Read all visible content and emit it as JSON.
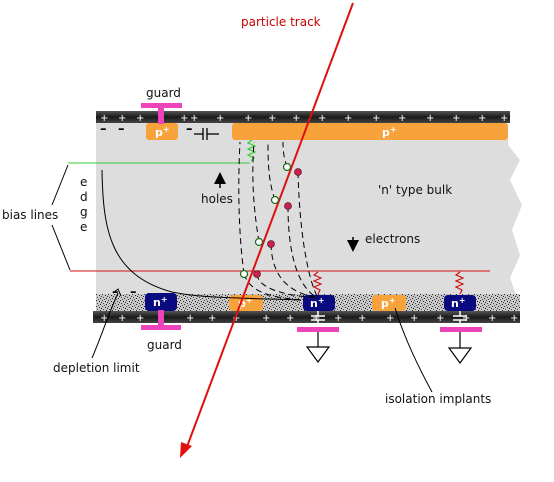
{
  "labels": {
    "particle_track": "particle track",
    "guard_top": "guard",
    "guard_bottom": "guard",
    "bias_lines": "bias lines",
    "edge": [
      "e",
      "d",
      "g",
      "e"
    ],
    "holes": "holes",
    "n_type_bulk": "'n' type bulk",
    "electrons": "electrons",
    "depletion_limit": "depletion limit",
    "isolation_implants": "isolation implants"
  },
  "implants": {
    "p_plus": "p+",
    "n_plus": "n+",
    "p_top_left": "p",
    "p_top_right": "p",
    "p_bottom": "p",
    "n_bottom": "n",
    "sup_plus": "+"
  },
  "charges": {
    "plus": "+",
    "minus": "–"
  },
  "colors": {
    "bulk": "#dddddd",
    "metal": "#333333",
    "p_implant": "#f7a23a",
    "n_implant": "#0a0a80",
    "guard": "#ee44bb",
    "track": "#e01010",
    "bias": "#33cc33"
  }
}
